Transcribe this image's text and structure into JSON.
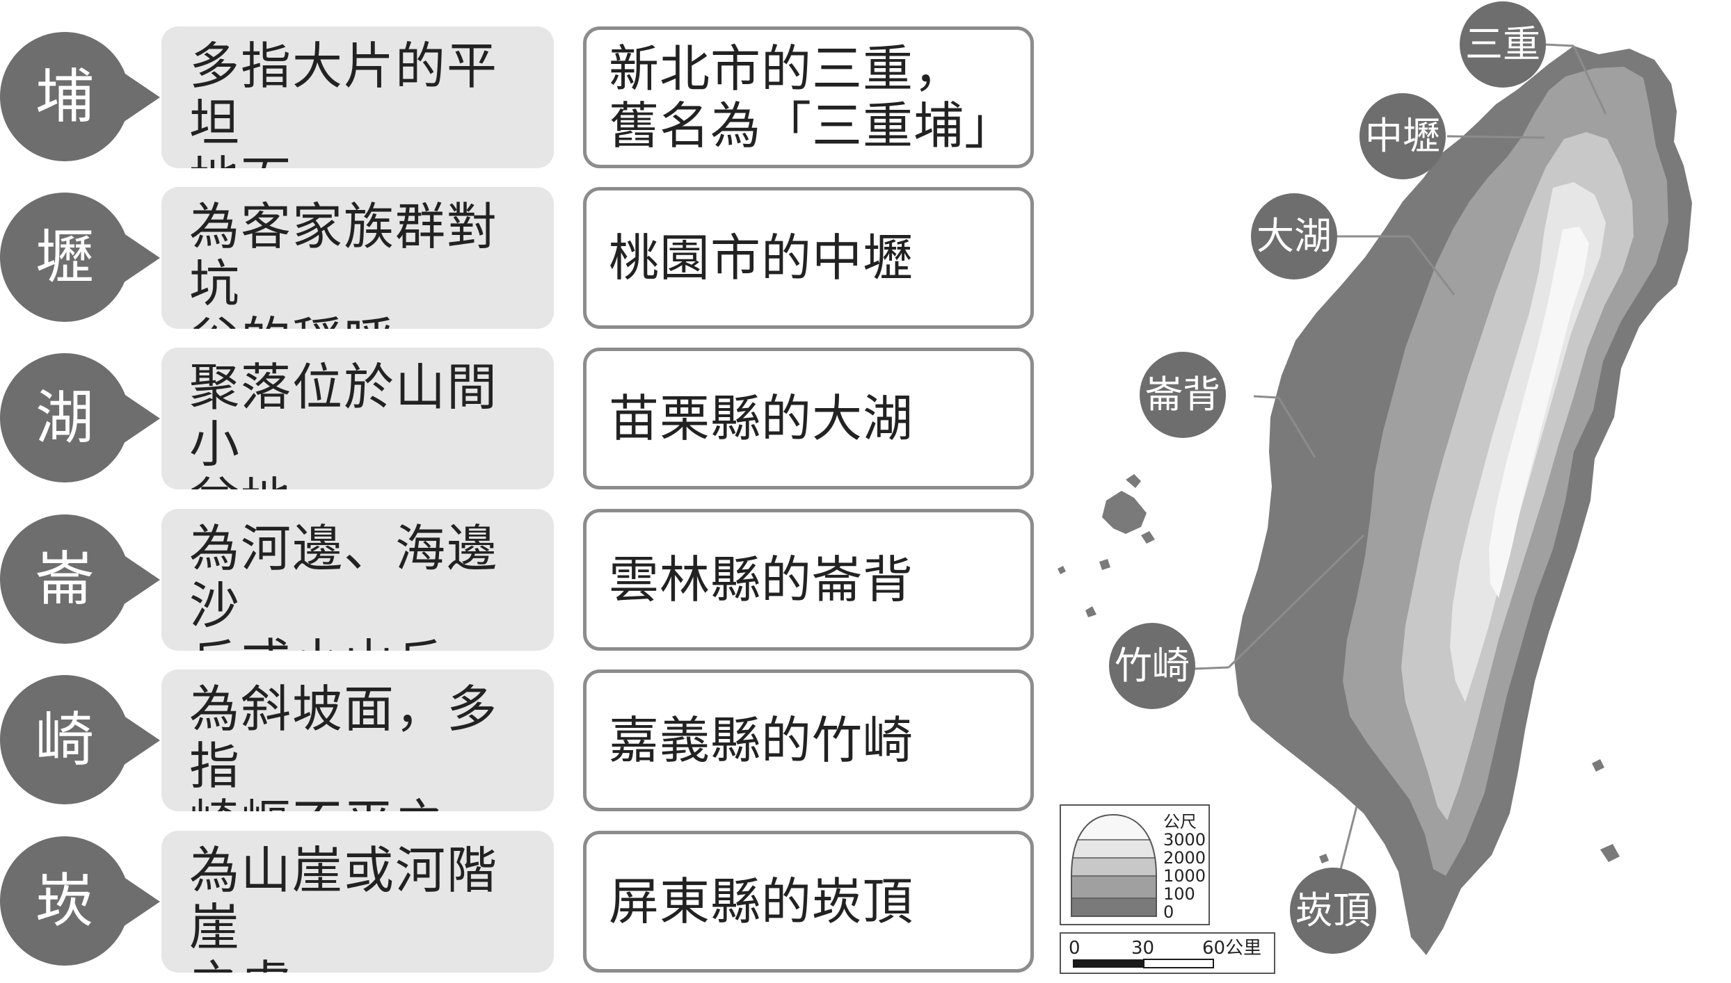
{
  "place_terms": [
    {
      "char": "埔",
      "meaning_lines": [
        "多指大片的平坦",
        "地面。"
      ],
      "example": "新北市的三重，\n舊名為「三重埔」"
    },
    {
      "char": "壢",
      "meaning_lines": [
        "為客家族群對坑",
        "谷的稱呼。"
      ],
      "example": "桃園市的中壢"
    },
    {
      "char": "湖",
      "meaning_lines": [
        "聚落位於山間小",
        "盆地。"
      ],
      "example": "苗栗縣的大湖"
    },
    {
      "char": "崙",
      "meaning_lines": [
        "為河邊、海邊沙",
        "丘或小山丘。"
      ],
      "example": "雲林縣的崙背"
    },
    {
      "char": "崎",
      "meaning_lines": [
        "為斜坡面，多指",
        "崎嶇不平之地。"
      ],
      "example": "嘉義縣的竹崎"
    },
    {
      "char": "崁",
      "meaning_lines": [
        "為山崖或河階崖",
        "之處。"
      ],
      "example": "屏東縣的崁頂"
    }
  ],
  "map_labels": {
    "sanchong": "三重",
    "zhongli": "中壢",
    "dahu": "大湖",
    "lunbei": "崙背",
    "zhuqi": "竹崎",
    "kanding": "崁頂"
  },
  "legend": {
    "unit": "公尺",
    "levels": [
      "3000",
      "2000",
      "1000",
      "100",
      "0"
    ],
    "colors": [
      "#f7f7f7",
      "#e6e6e6",
      "#c8c8c8",
      "#a0a0a0",
      "#7a7a7a"
    ]
  },
  "scale_bar": {
    "ticks": [
      "0",
      "30",
      "60公里"
    ]
  },
  "colors": {
    "bubble": "#6e6e6e",
    "meaning_bg": "#e6e6e6",
    "example_border": "#8c8c8c",
    "map_low": "#7a7a7a",
    "map_mid": "#a0a0a0",
    "map_high": "#c8c8c8",
    "map_top": "#e6e6e6",
    "map_peak": "#f7f7f7"
  }
}
